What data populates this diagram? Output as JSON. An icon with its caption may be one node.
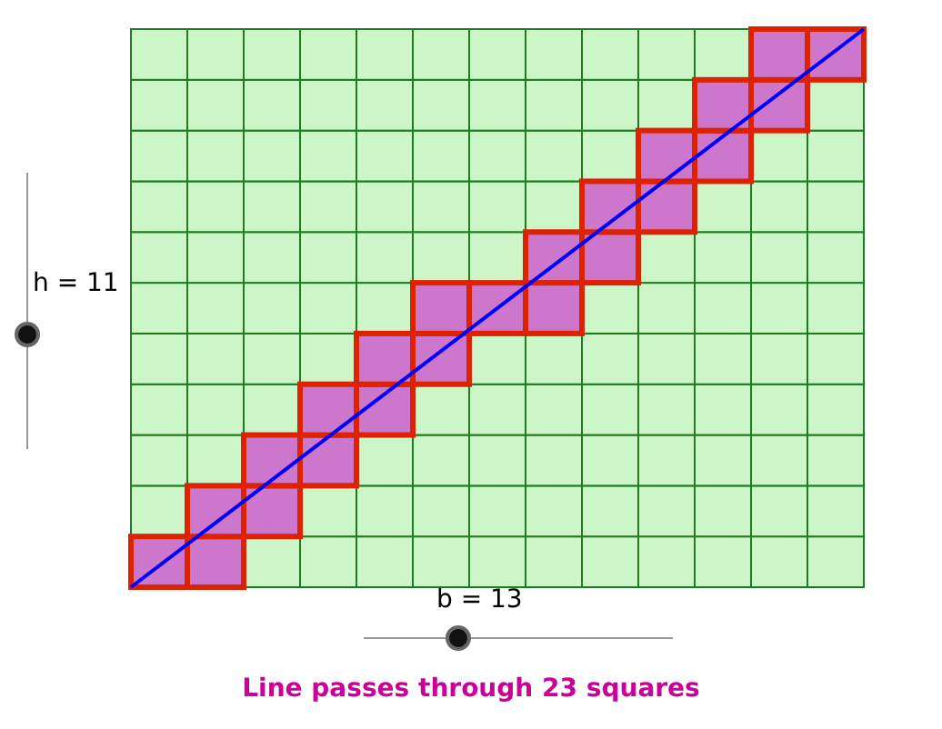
{
  "diagram": {
    "caption": "Line passes through 23 squares",
    "labels": [
      "h = 11",
      "b = 13"
    ]
  }
}
